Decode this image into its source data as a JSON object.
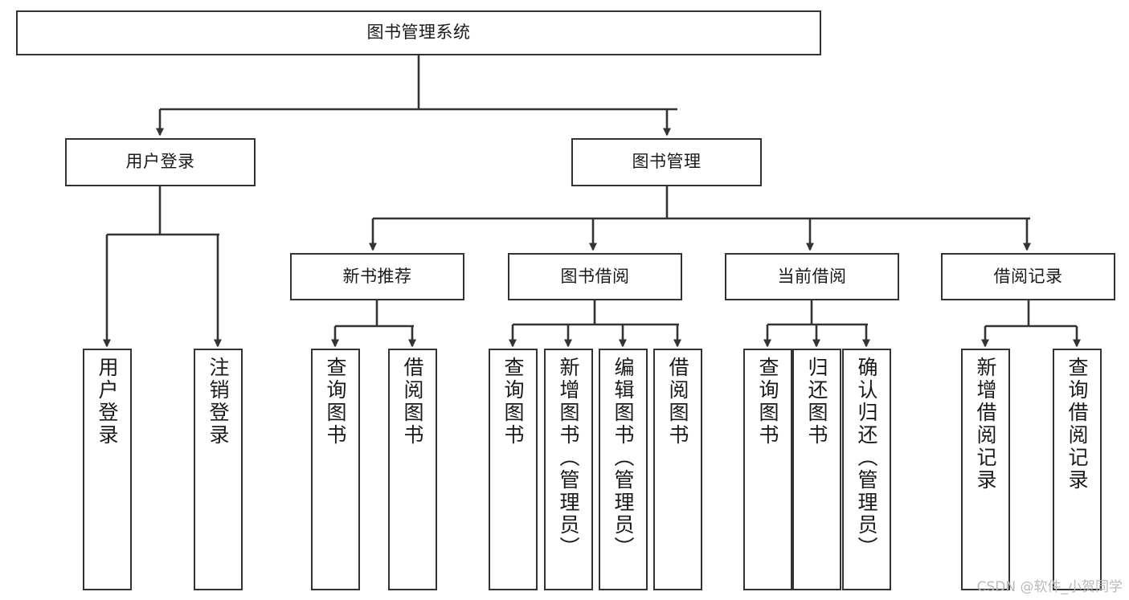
{
  "diagram": {
    "title": "图书管理系统",
    "type": "functional-decomposition-tree",
    "root": {
      "label": "图书管理系统"
    },
    "level2": [
      {
        "label": "用户登录"
      },
      {
        "label": "图书管理"
      }
    ],
    "level3": [
      {
        "label": "新书推荐"
      },
      {
        "label": "图书借阅"
      },
      {
        "label": "当前借阅"
      },
      {
        "label": "借阅记录"
      }
    ],
    "leaves": [
      {
        "label": "用户登录",
        "parent": "用户登录"
      },
      {
        "label": "注销登录",
        "parent": "用户登录"
      },
      {
        "label": "查询图书",
        "parent": "新书推荐"
      },
      {
        "label": "借阅图书",
        "parent": "新书推荐"
      },
      {
        "label": "查询图书",
        "parent": "图书借阅"
      },
      {
        "label": "新增图书（管理员）",
        "parent": "图书借阅"
      },
      {
        "label": "编辑图书（管理员）",
        "parent": "图书借阅"
      },
      {
        "label": "借阅图书",
        "parent": "图书借阅"
      },
      {
        "label": "查询图书",
        "parent": "当前借阅"
      },
      {
        "label": "归还图书",
        "parent": "当前借阅"
      },
      {
        "label": "确认归还（管理员）",
        "parent": "当前借阅"
      },
      {
        "label": "新增借阅记录",
        "parent": "借阅记录"
      },
      {
        "label": "查询借阅记录",
        "parent": "借阅记录"
      }
    ]
  },
  "watermark": {
    "text": "CSDN @软件_小贺同学"
  },
  "colors": {
    "stroke": "#333333",
    "box_fill": "#ffffff",
    "text": "#1a1a1a",
    "watermark": "#b9b9b9"
  }
}
